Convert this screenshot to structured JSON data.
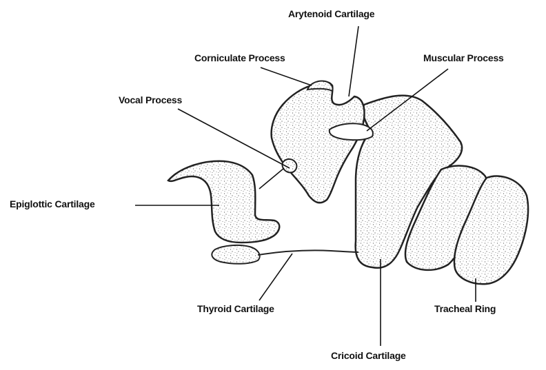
{
  "diagram": {
    "labels": {
      "arytenoid_cartilage": "Arytenoid Cartilage",
      "corniculate_process": "Corniculate Process",
      "muscular_process": "Muscular Process",
      "vocal_process": "Vocal Process",
      "epiglottic_cartilage": "Epiglottic Cartilage",
      "thyroid_cartilage": "Thyroid Cartilage",
      "tracheal_ring": "Tracheal Ring",
      "cricoid_cartilage": "Cricoid Cartilage"
    }
  }
}
